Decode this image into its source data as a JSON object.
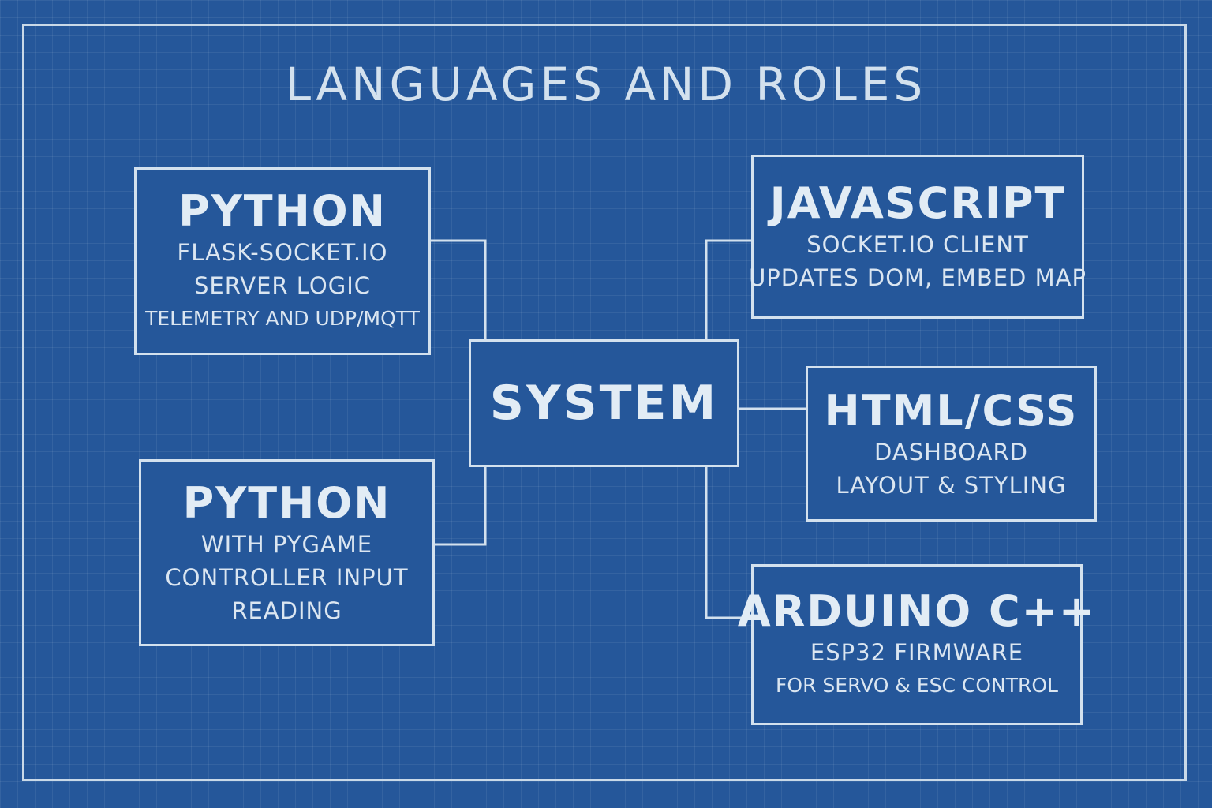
{
  "title": "LANGUAGES AND ROLES",
  "center": {
    "label": "SYSTEM"
  },
  "nodes": {
    "python_server": {
      "title": "PYTHON",
      "lines": [
        "FLASK-SOCKET.IO",
        "SERVER LOGIC",
        "TELEMETRY AND UDP/MQTT"
      ]
    },
    "python_pygame": {
      "title": "PYTHON",
      "lines": [
        "WITH PYGAME",
        "CONTROLLER INPUT",
        "READING"
      ]
    },
    "javascript": {
      "title": "JAVASCRIPT",
      "lines": [
        "SOCKET.IO CLIENT",
        "UPDATES DOM, EMBED MAP"
      ]
    },
    "html_css": {
      "title": "HTML/CSS",
      "lines": [
        "DASHBOARD",
        "LAYOUT & STYLING"
      ]
    },
    "arduino": {
      "title": "ARDUINO C++",
      "lines": [
        "ESP32 FIRMWARE",
        "FOR SERVO & ESC CONTROL"
      ]
    }
  },
  "colors": {
    "background": "#25579a",
    "line": "#d3e1ee"
  }
}
